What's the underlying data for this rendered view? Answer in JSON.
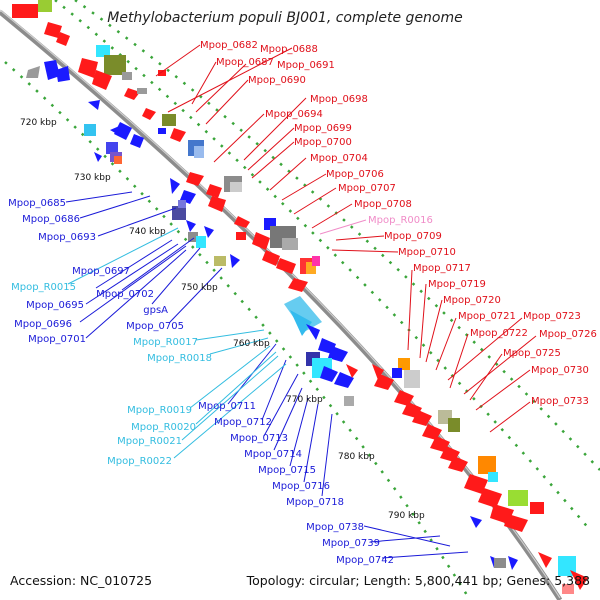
{
  "title": "Methylobacterium populi BJ001, complete genome",
  "footer": {
    "accession": "Accession: NC_010725",
    "summary": "Topology: circular; Length: 5,800,441 bp; Genes: 5,388"
  },
  "ticks": [
    "720 kbp",
    "730 kbp",
    "740 kbp",
    "750 kbp",
    "760 kbp",
    "770 kbp",
    "780 kbp",
    "790 kbp"
  ],
  "colors": {
    "forward_gene": "#ff1a1a",
    "reverse_gene": "#1a1aff",
    "rna_label": "#33bde0",
    "pseudo_label": "#f08cc8",
    "backbone": "#8c8c8c"
  },
  "labels_right": [
    {
      "text": "Mpop_0682",
      "color": "red"
    },
    {
      "text": "Mpop_0688",
      "color": "red"
    },
    {
      "text": "Mpop_0687",
      "color": "red"
    },
    {
      "text": "Mpop_0691",
      "color": "red"
    },
    {
      "text": "Mpop_0690",
      "color": "red"
    },
    {
      "text": "Mpop_0698",
      "color": "red"
    },
    {
      "text": "Mpop_0694",
      "color": "red"
    },
    {
      "text": "Mpop_0699",
      "color": "red"
    },
    {
      "text": "Mpop_0700",
      "color": "red"
    },
    {
      "text": "Mpop_0704",
      "color": "red"
    },
    {
      "text": "Mpop_0706",
      "color": "red"
    },
    {
      "text": "Mpop_0707",
      "color": "red"
    },
    {
      "text": "Mpop_0708",
      "color": "red"
    },
    {
      "text": "Mpop_R0016",
      "color": "pink"
    },
    {
      "text": "Mpop_0709",
      "color": "red"
    },
    {
      "text": "Mpop_0710",
      "color": "red"
    },
    {
      "text": "Mpop_0717",
      "color": "red"
    },
    {
      "text": "Mpop_0719",
      "color": "red"
    },
    {
      "text": "Mpop_0720",
      "color": "red"
    },
    {
      "text": "Mpop_0721",
      "color": "red"
    },
    {
      "text": "Mpop_0723",
      "color": "red"
    },
    {
      "text": "Mpop_0722",
      "color": "red"
    },
    {
      "text": "Mpop_0726",
      "color": "red"
    },
    {
      "text": "Mpop_0725",
      "color": "red"
    },
    {
      "text": "Mpop_0730",
      "color": "red"
    },
    {
      "text": "Mpop_0733",
      "color": "red"
    }
  ],
  "labels_left": [
    {
      "text": "Mpop_0685",
      "color": "blue"
    },
    {
      "text": "Mpop_0686",
      "color": "blue"
    },
    {
      "text": "Mpop_0693",
      "color": "blue"
    },
    {
      "text": "Mpop_0697",
      "color": "blue"
    },
    {
      "text": "Mpop_R0015",
      "color": "cyan"
    },
    {
      "text": "Mpop_0695",
      "color": "blue"
    },
    {
      "text": "Mpop_0702",
      "color": "blue"
    },
    {
      "text": "gpsA",
      "color": "blue"
    },
    {
      "text": "Mpop_0696",
      "color": "blue"
    },
    {
      "text": "Mpop_0705",
      "color": "blue"
    },
    {
      "text": "Mpop_0701",
      "color": "blue"
    },
    {
      "text": "Mpop_R0017",
      "color": "cyan"
    },
    {
      "text": "Mpop_R0018",
      "color": "cyan"
    },
    {
      "text": "Mpop_R0019",
      "color": "cyan"
    },
    {
      "text": "Mpop_0711",
      "color": "blue"
    },
    {
      "text": "Mpop_R0020",
      "color": "cyan"
    },
    {
      "text": "Mpop_0712",
      "color": "blue"
    },
    {
      "text": "Mpop_R0021",
      "color": "cyan"
    },
    {
      "text": "Mpop_0713",
      "color": "blue"
    },
    {
      "text": "Mpop_R0022",
      "color": "cyan"
    },
    {
      "text": "Mpop_0714",
      "color": "blue"
    },
    {
      "text": "Mpop_0715",
      "color": "blue"
    },
    {
      "text": "Mpop_0716",
      "color": "blue"
    },
    {
      "text": "Mpop_0718",
      "color": "blue"
    },
    {
      "text": "Mpop_0738",
      "color": "blue"
    },
    {
      "text": "Mpop_0739",
      "color": "blue"
    },
    {
      "text": "Mpop_0742",
      "color": "blue"
    }
  ]
}
